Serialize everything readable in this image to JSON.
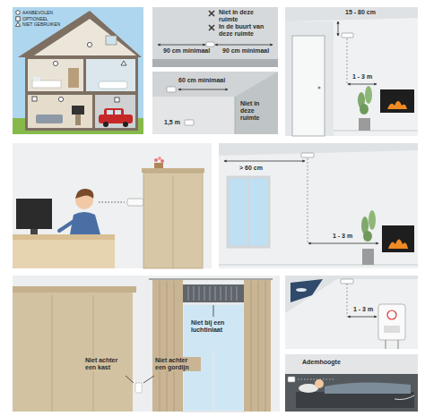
{
  "diagram": {
    "labels": [
      "Niet in deze ruimte",
      "In de buurt van deze ruimte",
      "90 cm minimaal",
      "90 cm minimaal",
      "60 cm minimaal",
      "Niet in deze ruimte",
      "1,5 m",
      "15 - 80 cm",
      "1 - 3 m",
      "> 60 cm",
      "1 - 3 m",
      "Niet bij een luchtinlaat",
      "Niet achter een kast",
      "Niet achter een gordijn",
      "1 - 3 m",
      "Ademhoogte"
    ],
    "legend": [
      {
        "text": "AANBEVOLEN"
      },
      {
        "text": "OPTIONEEL"
      },
      {
        "text": "NIET GEBRUIKEN"
      }
    ]
  }
}
